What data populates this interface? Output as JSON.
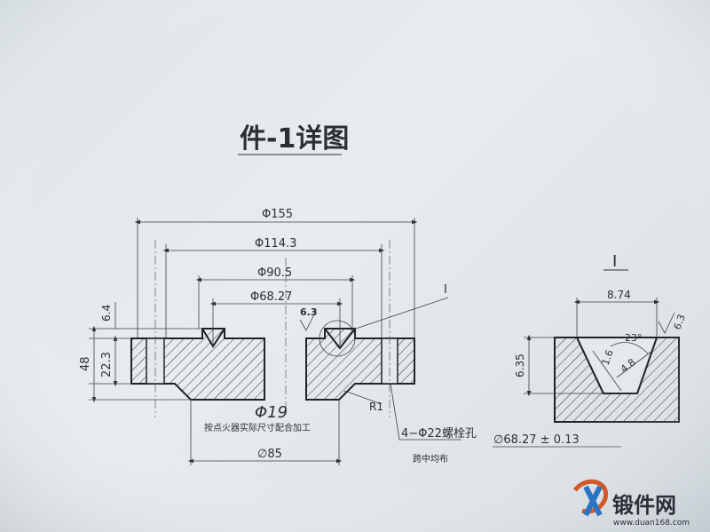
{
  "title": "件-1详图",
  "main_view": {
    "dims": {
      "d155": "Φ155",
      "d114": "Φ114.3",
      "d90": "Φ90.5",
      "d68": "Φ68.27",
      "d85": "∅85",
      "d19": "Φ19",
      "h48": "48",
      "h22": "22.3",
      "h64": "6.4",
      "roughness": "6.3",
      "r1": "R1"
    },
    "detail_callout": "I",
    "bolt_note": "4−Φ22螺栓孔",
    "bolt_note2": "跨中均布",
    "bore_note": "按点火器实际尺寸配合加工"
  },
  "detail_view": {
    "label": "I",
    "width": "8.74",
    "depth": "6.35",
    "angle": "23°",
    "r1": "1.6",
    "r2": "4.8",
    "roughness": "6.3",
    "diameter": "∅68.27 ± 0.13"
  },
  "watermark": {
    "text": "锻件网",
    "url": "www.duan168.com"
  }
}
